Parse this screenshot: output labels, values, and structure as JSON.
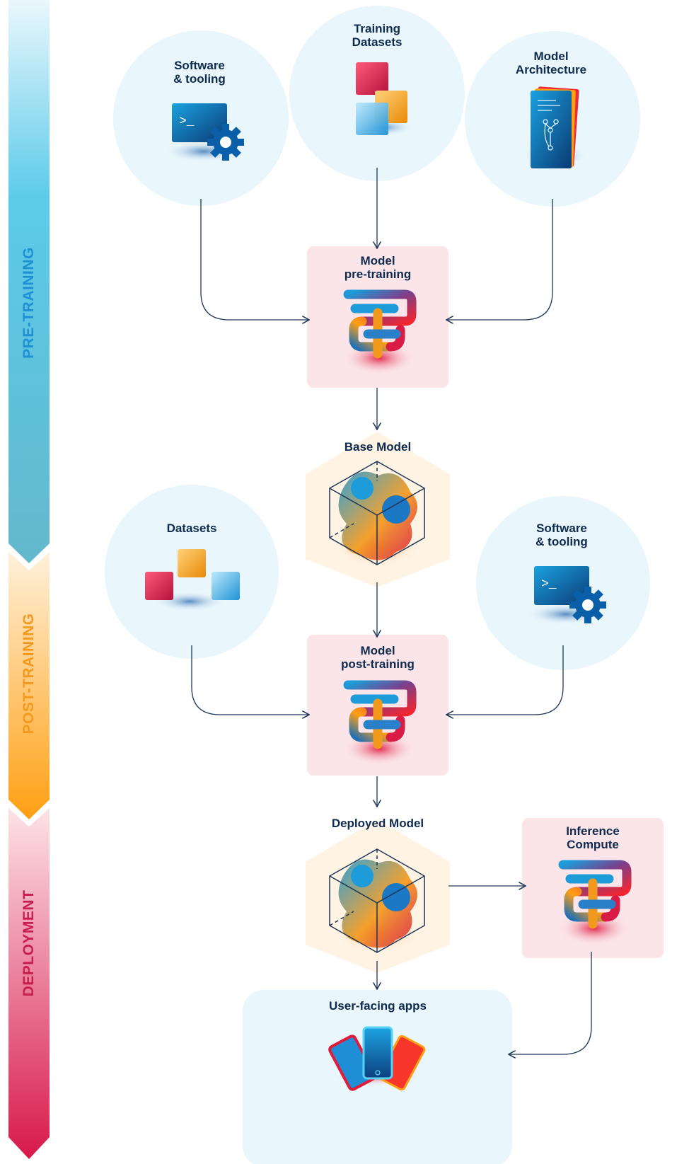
{
  "phases": [
    {
      "label": "PRE-TRAINING",
      "color": "#1f8fd6"
    },
    {
      "label": "POST-TRAINING",
      "color": "#f39a1e"
    },
    {
      "label": "DEPLOYMENT",
      "color": "#c81e4d"
    }
  ],
  "nodes": {
    "software_pre": {
      "line1": "Software",
      "line2": "& tooling"
    },
    "training_datasets": {
      "line1": "Training",
      "line2": "Datasets"
    },
    "model_architecture": {
      "line1": "Model",
      "line2": "Architecture"
    },
    "model_pretraining": {
      "line1": "Model",
      "line2": "pre-training"
    },
    "base_model": {
      "line1": "Base Model"
    },
    "datasets": {
      "line1": "Datasets"
    },
    "software_post": {
      "line1": "Software",
      "line2": "& tooling"
    },
    "model_posttraining": {
      "line1": "Model",
      "line2": "post-training"
    },
    "deployed_model": {
      "line1": "Deployed Model"
    },
    "inference_compute": {
      "line1": "Inference",
      "line2": "Compute"
    },
    "user_facing_apps": {
      "line1": "User-facing apps"
    }
  },
  "icons": {
    "terminal_prompt": ">_",
    "gear": "gear-icon",
    "cubes": "cubes-icon",
    "document": "document-icon",
    "pipes": "pipes-icon",
    "model_cube": "cube-icon",
    "phones": "phones-icon"
  },
  "colors": {
    "navy": "#0f2a4f",
    "arrow": "#1d3557",
    "circle_bg": "#e9f6fc",
    "pink_bg": "#fbe5e8",
    "hex_bg": "#fff3e4",
    "apps_bg": "#e9f6fc",
    "blue": "#1f8fd6",
    "orange": "#f39a1e",
    "red": "#c81e4d"
  }
}
